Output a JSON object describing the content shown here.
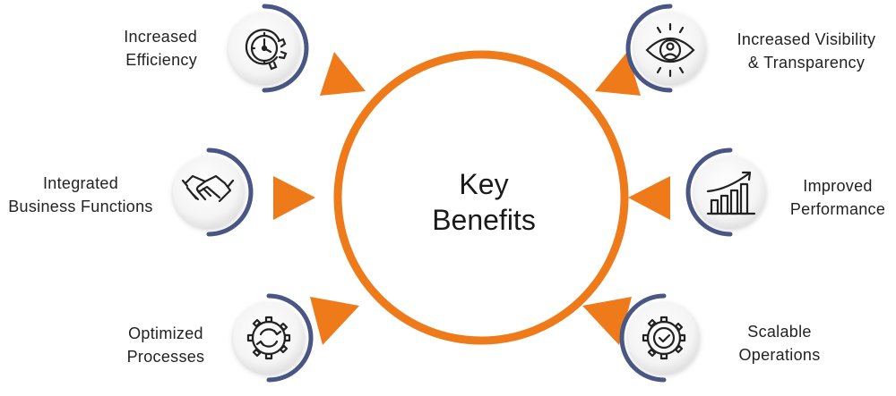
{
  "title": {
    "line1": "Key",
    "line2": "Benefits"
  },
  "benefits": [
    {
      "line1": "Increased",
      "line2": "Efficiency",
      "icon": "clock-gear-icon"
    },
    {
      "line1": "Increased Visibility",
      "line2": "& Transparency",
      "icon": "eye-person-icon"
    },
    {
      "line1": "Integrated",
      "line2": "Business Functions",
      "icon": "handshake-icon"
    },
    {
      "line1": "Improved",
      "line2": "Performance",
      "icon": "growth-chart-icon"
    },
    {
      "line1": "Optimized",
      "line2": "Processes",
      "icon": "gear-refresh-icon"
    },
    {
      "line1": "Scalable",
      "line2": "Operations",
      "icon": "gear-check-icon"
    }
  ],
  "colors": {
    "accent": "#EE7A1A",
    "arc": "#4A5683",
    "text": "#222222"
  }
}
